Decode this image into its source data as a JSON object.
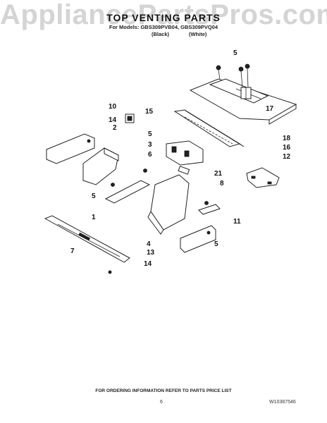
{
  "watermark": "AppliancePartsPros.com",
  "header": {
    "title": "TOP VENTING PARTS",
    "models": "For Models: GBS309PVB04, GBS309PVQ04",
    "color_black": "(Black)",
    "color_white": "(White)"
  },
  "callouts": [
    "5",
    "17",
    "15",
    "18",
    "16",
    "12",
    "10",
    "14",
    "2",
    "5",
    "3",
    "6",
    "21",
    "8",
    "5",
    "1",
    "11",
    "4",
    "5",
    "7",
    "13",
    "14"
  ],
  "footer": {
    "ordering_note": "FOR ORDERING INFORMATION REFER TO PARTS PRICE LIST",
    "page_number": "6",
    "document_number": "W10387546"
  }
}
